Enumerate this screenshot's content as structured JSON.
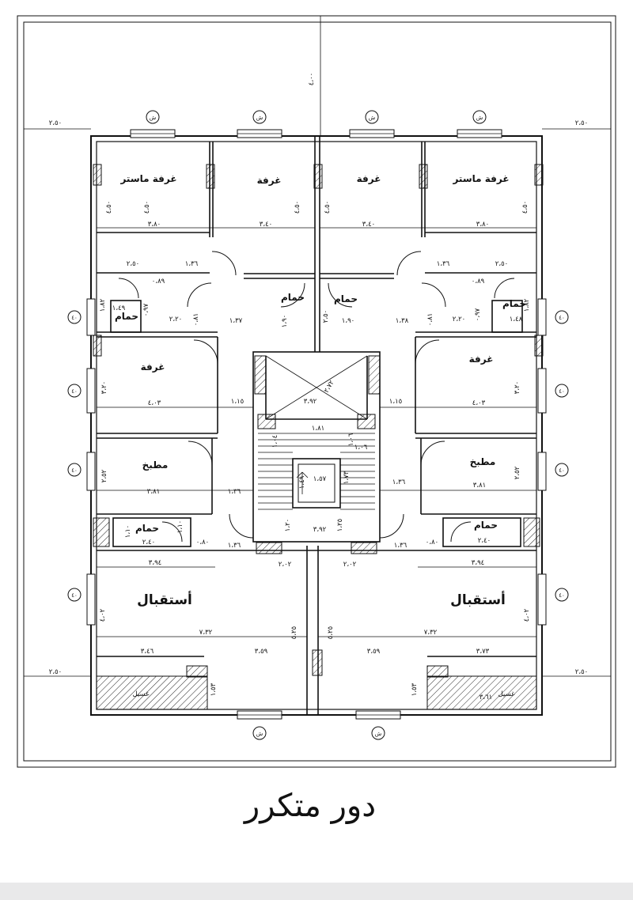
{
  "caption": "دور متكرر",
  "window_label": "ش",
  "window_badge": "٤٠",
  "labels": {
    "master_bedroom": "غرفة ماستر",
    "bedroom": "غرفة",
    "bathroom": "حمام",
    "kitchen": "مطبخ",
    "reception": "أستقبال",
    "laundry": "غسيل"
  },
  "dimensions": {
    "setback_top": "٤،٠٠",
    "setback_side": "٢،٥٠",
    "room_depth": "٤،٥٠",
    "master_width": "٣،٨٠",
    "bedroom_width": "٣،٤٠",
    "corridor_a": "٢،٥٠",
    "corridor_b": "١،٣٦",
    "bath_top": "٠،٨٩",
    "bath_side": "١،٨٢",
    "bath_h": "١،٤٩",
    "bath_gap": "٠،٩٧",
    "bath_w": "٢،٢٠",
    "bath_n": "٠،٨١",
    "hall_l": "١،٣٧",
    "hall_r": "١،٣٨",
    "hall_m": "١،٩٠",
    "hall_c": "٢،٥٠",
    "bath_right": "١،٤٨",
    "bed2_w": "٤،٠٣",
    "bed2_d": "٣،٢٠",
    "pass": "١،١٥",
    "stair_w": "٣،٩٢",
    "stair_d": "٢،٧٢",
    "stair_s": "١،٨١",
    "stair_a": "١،٠٤",
    "stair_b": "١،٠٦",
    "stair_c": "١،٥٧",
    "stair_e": "١،٤٩",
    "stair_f": "١،٧٣",
    "kitchen_w": "٣،٨١",
    "kitchen_d": "٢،٥٢",
    "k_pass": "١،٣٦",
    "lobby_w": "٣،٩٢",
    "lobby_a": "١،٢٠",
    "lobby_b": "١،٢٥",
    "small_w": "٢،٤٠",
    "small_a": "١،١٠",
    "small_b": "٠،٨٠",
    "recep_a": "٣،٩٤",
    "recep_depth": "٤،٠٢",
    "recep_len": "٧،٣٢",
    "recep_l1": "٣،٤٦",
    "recep_l2": "٣،٥٩",
    "recep_r1": "٣،٧٣",
    "shaft": "٢،٠٢",
    "shaft_d": "٥،٢٥",
    "balcony_d": "١،٥٣",
    "balcony_w": "٣،٦١",
    "balcony_n": "١،٥٣"
  }
}
